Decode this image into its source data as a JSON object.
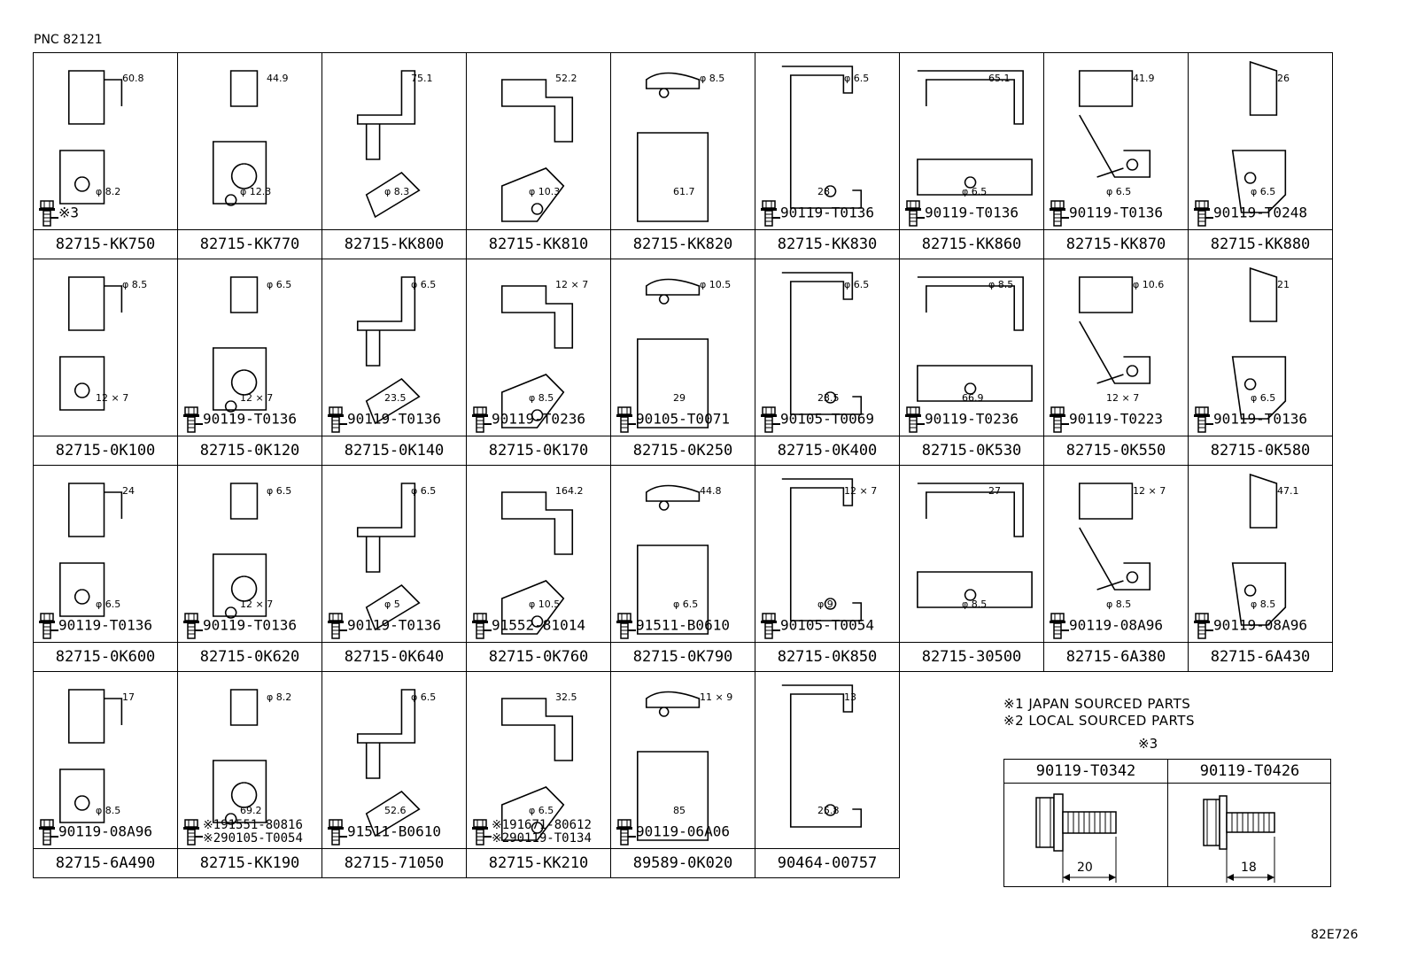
{
  "pnc": "PNC 82121",
  "ref": "82E726",
  "cells": [
    {
      "part": "82715-KK750",
      "bolt": "※3",
      "bolt2": "",
      "labels": [
        "60.8",
        "φ 8.2"
      ]
    },
    {
      "part": "82715-KK770",
      "bolt": "",
      "bolt2": "",
      "labels": [
        "44.9",
        "φ 12.3"
      ]
    },
    {
      "part": "82715-KK800",
      "bolt": "",
      "bolt2": "",
      "labels": [
        "75.1",
        "φ 8.3"
      ]
    },
    {
      "part": "82715-KK810",
      "bolt": "",
      "bolt2": "",
      "labels": [
        "52.2",
        "φ 10.3"
      ]
    },
    {
      "part": "82715-KK820",
      "bolt": "",
      "bolt2": "",
      "labels": [
        "φ 8.5",
        "61.7"
      ]
    },
    {
      "part": "82715-KK830",
      "bolt": "90119-T0136",
      "bolt2": "",
      "labels": [
        "φ 6.5",
        "28"
      ]
    },
    {
      "part": "82715-KK860",
      "bolt": "90119-T0136",
      "bolt2": "",
      "labels": [
        "65.1",
        "φ 6.5"
      ]
    },
    {
      "part": "82715-KK870",
      "bolt": "90119-T0136",
      "bolt2": "",
      "labels": [
        "41.9",
        "φ 6.5"
      ]
    },
    {
      "part": "82715-KK880",
      "bolt": "90119-T0248",
      "bolt2": "",
      "labels": [
        "26",
        "φ 6.5"
      ]
    },
    {
      "part": "82715-0K100",
      "bolt": "",
      "bolt2": "",
      "labels": [
        "φ 8.5",
        "12 × 7"
      ]
    },
    {
      "part": "82715-0K120",
      "bolt": "90119-T0136",
      "bolt2": "",
      "labels": [
        "φ 6.5",
        "12 × 7"
      ]
    },
    {
      "part": "82715-0K140",
      "bolt": "90119-T0136",
      "bolt2": "",
      "labels": [
        "φ 6.5",
        "23.5"
      ]
    },
    {
      "part": "82715-0K170",
      "bolt": "90119-T0236",
      "bolt2": "",
      "labels": [
        "12 × 7",
        "φ 8.5"
      ]
    },
    {
      "part": "82715-0K250",
      "bolt": "90105-T0071",
      "bolt2": "",
      "labels": [
        "φ 10.5",
        "29"
      ]
    },
    {
      "part": "82715-0K400",
      "bolt": "90105-T0069",
      "bolt2": "",
      "labels": [
        "φ 6.5",
        "23.5"
      ]
    },
    {
      "part": "82715-0K530",
      "bolt": "90119-T0236",
      "bolt2": "",
      "labels": [
        "φ 8.5",
        "66.9"
      ]
    },
    {
      "part": "82715-0K550",
      "bolt": "90119-T0223",
      "bolt2": "",
      "labels": [
        "φ 10.6",
        "12 × 7"
      ]
    },
    {
      "part": "82715-0K580",
      "bolt": "90119-T0136",
      "bolt2": "",
      "labels": [
        "21",
        "φ 6.5"
      ]
    },
    {
      "part": "82715-0K600",
      "bolt": "90119-T0136",
      "bolt2": "",
      "labels": [
        "24",
        "φ 6.5"
      ]
    },
    {
      "part": "82715-0K620",
      "bolt": "90119-T0136",
      "bolt2": "",
      "labels": [
        "φ 6.5",
        "12 × 7"
      ]
    },
    {
      "part": "82715-0K640",
      "bolt": "90119-T0136",
      "bolt2": "",
      "labels": [
        "φ 6.5",
        "φ 5"
      ]
    },
    {
      "part": "82715-0K760",
      "bolt": "91552-81014",
      "bolt2": "",
      "labels": [
        "164.2",
        "φ 10.5"
      ]
    },
    {
      "part": "82715-0K790",
      "bolt": "91511-B0610",
      "bolt2": "",
      "labels": [
        "44.8",
        "φ 6.5"
      ]
    },
    {
      "part": "82715-0K850",
      "bolt": "90105-T0054",
      "bolt2": "",
      "labels": [
        "12 × 7",
        "φ 9"
      ]
    },
    {
      "part": "82715-30500",
      "bolt": "",
      "bolt2": "",
      "labels": [
        "27",
        "φ 8.5"
      ]
    },
    {
      "part": "82715-6A380",
      "bolt": "90119-08A96",
      "bolt2": "",
      "labels": [
        "12 × 7",
        "φ 8.5"
      ]
    },
    {
      "part": "82715-6A430",
      "bolt": "90119-08A96",
      "bolt2": "",
      "labels": [
        "47.1",
        "φ 8.5"
      ]
    },
    {
      "part": "82715-6A490",
      "bolt": "90119-08A96",
      "bolt2": "",
      "labels": [
        "17",
        "φ 8.5"
      ]
    },
    {
      "part": "82715-KK190",
      "bolt": "※191551-80816",
      "bolt2": "※290105-T0054",
      "labels": [
        "φ 8.2",
        "69.2"
      ]
    },
    {
      "part": "82715-71050",
      "bolt": "91511-B0610",
      "bolt2": "",
      "labels": [
        "φ 6.5",
        "52.6"
      ]
    },
    {
      "part": "82715-KK210",
      "bolt": "※191671-80612",
      "bolt2": "※290119-T0134",
      "labels": [
        "32.5",
        "φ 6.5"
      ]
    },
    {
      "part": "89589-0K020",
      "bolt": "90119-06A06",
      "bolt2": "",
      "labels": [
        "11 × 9",
        "85"
      ]
    },
    {
      "part": "90464-00757",
      "bolt": "",
      "bolt2": "",
      "labels": [
        "13",
        "25.8"
      ]
    }
  ],
  "notes": [
    "※1 JAPAN SOURCED PARTS",
    "※2 LOCAL SOURCED PARTS"
  ],
  "bolt_table": {
    "mark": "※3",
    "columns": [
      {
        "part": "90119-T0342",
        "length": "20"
      },
      {
        "part": "90119-T0426",
        "length": "18"
      }
    ]
  }
}
